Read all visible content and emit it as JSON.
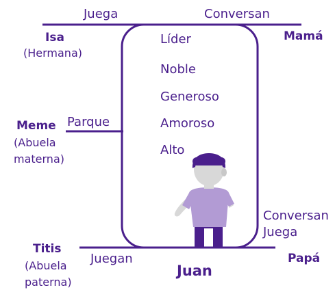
{
  "colors": {
    "primary": "#4a1f8c",
    "shirt": "#b29bd4",
    "skin": "#d8d8d8",
    "hair": "#4a1f8c",
    "pants": "#4a1f8c"
  },
  "person": {
    "name": "Juan"
  },
  "traits": [
    "Líder",
    "Noble",
    "Generoso",
    "Amoroso",
    "Alto"
  ],
  "relations": {
    "isa": {
      "name": "Isa",
      "role": "(Hermana)",
      "activity": "Juega"
    },
    "mama": {
      "name": "Mamá",
      "activity": "Conversan"
    },
    "meme": {
      "name": "Meme",
      "role_line1": "(Abuela",
      "role_line2": "materna)",
      "activity": "Parque"
    },
    "titis": {
      "name": "Titis",
      "role_line1": "(Abuela",
      "role_line2": "paterna)",
      "activity": "Juegan"
    },
    "papa": {
      "name": "Papá",
      "activity_line1": "Conversan",
      "activity_line2": "Juega"
    }
  }
}
